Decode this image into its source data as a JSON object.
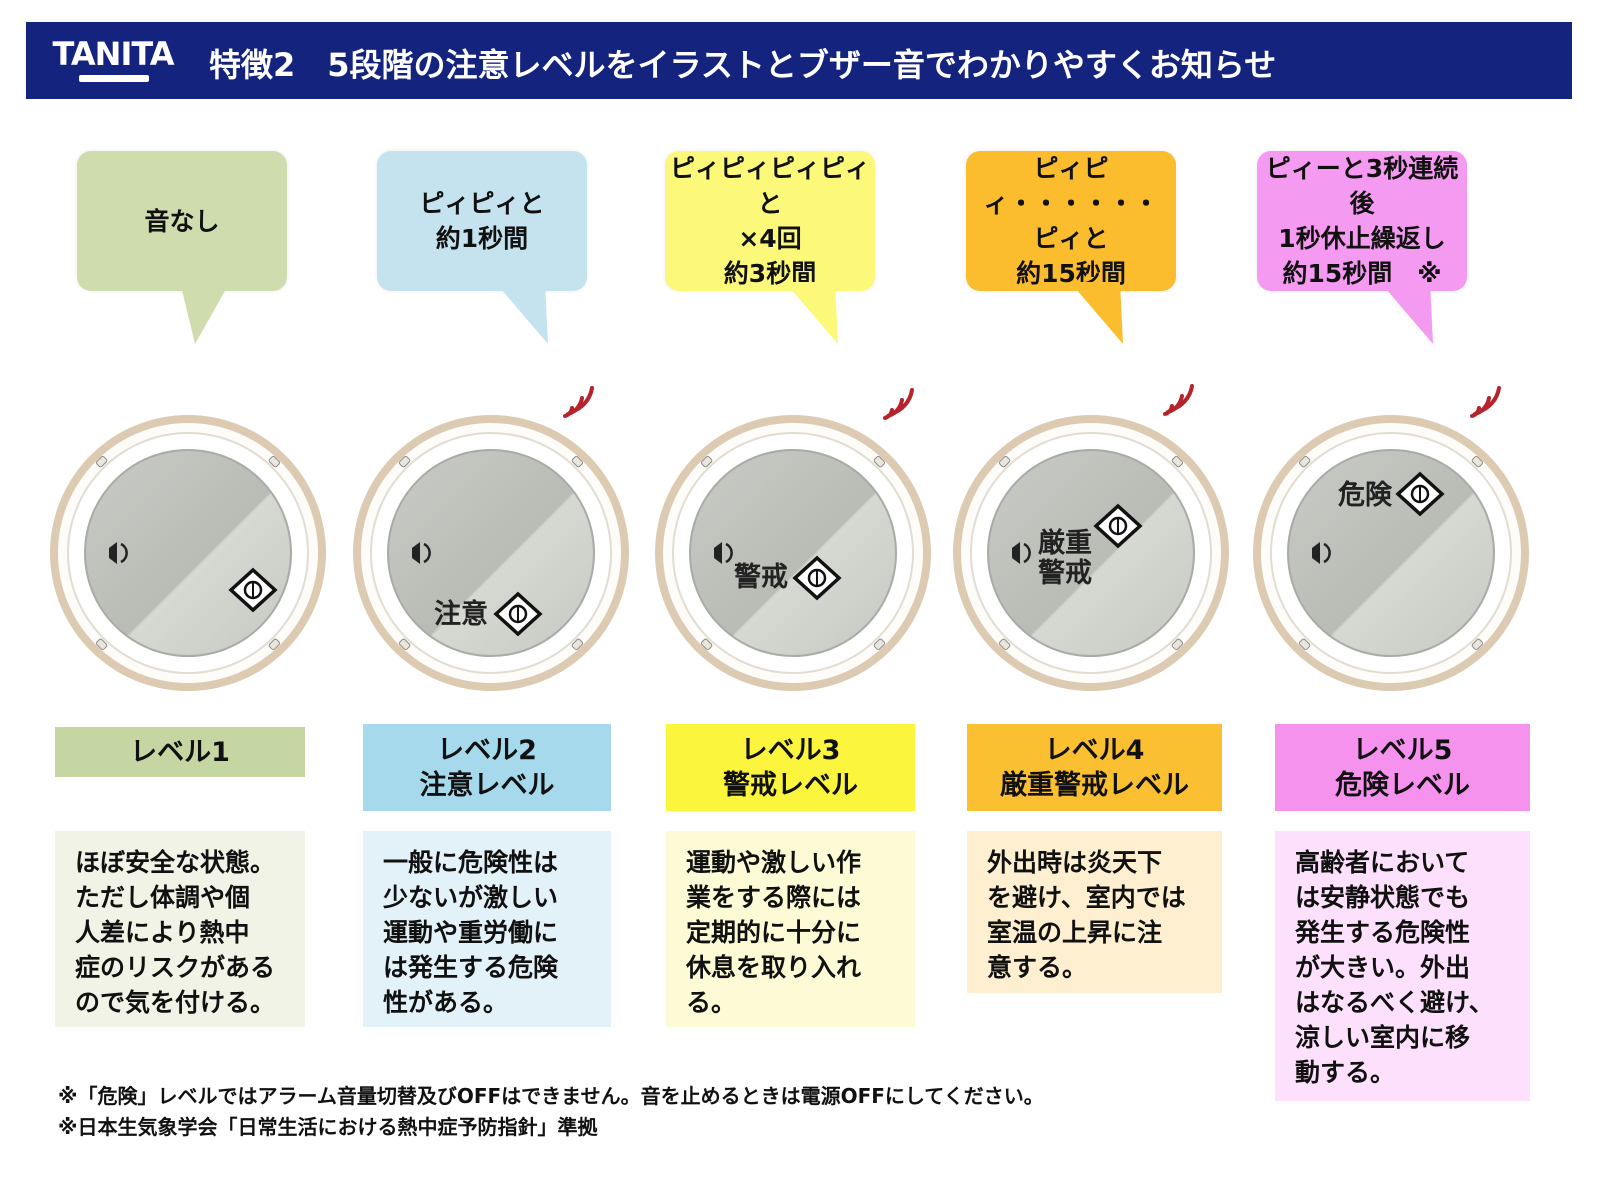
{
  "header": {
    "logo_text": "TANITA",
    "title": "特徴2　5段階の注意レベルをイラストとブザー音でわかりやすくお知らせ"
  },
  "levels": [
    {
      "bubble": "音なし",
      "device_label": "",
      "level_label": "レベル1",
      "description": "ほぼ安全な状態。\nただし体調や個\n人差により熱中\n症のリスクがある\nので気を付ける。",
      "bubble_color": "#cfdcae",
      "label_color": "#c5d6a3",
      "desc_color": "#f0f3e5"
    },
    {
      "bubble": "ピィピィと\n約1秒間",
      "device_label": "注意",
      "level_label": "レベル2\n注意レベル",
      "description": "一般に危険性は\n少ないが激しい\n運動や重労働に\nは発生する危険\n性がある。",
      "bubble_color": "#c5e3ef",
      "label_color": "#a6d9ec",
      "desc_color": "#e3f2f8"
    },
    {
      "bubble": "ピィピィピィピィと\n×4回\n約3秒間",
      "device_label": "警戒",
      "level_label": "レベル3\n警戒レベル",
      "description": "運動や激しい作\n業をする際には\n定期的に十分に\n休息を取り入れ\nる。",
      "bubble_color": "#fbf87a",
      "label_color": "#fbf53e",
      "desc_color": "#fdfbd6"
    },
    {
      "bubble": "ピィピィ・・・・・・\nピィと\n約15秒間",
      "device_label": "厳重\n警戒",
      "level_label": "レベル4\n厳重警戒レベル",
      "description": "外出時は炎天下\nを避け、室内では\n室温の上昇に注\n意する。",
      "bubble_color": "#fbbd2e",
      "label_color": "#fbbf32",
      "desc_color": "#fdefcf"
    },
    {
      "bubble": "ピィーと3秒連続後\n1秒休止繰返し\n約15秒間　※",
      "device_label": "危険",
      "level_label": "レベル5\n危険レベル",
      "description": "高齢者において\nは安静状態でも\n発生する危険性\nが大きい。外出\nはなるべく避け、\n涼しい室内に移\n動する。",
      "bubble_color": "#f49af1",
      "label_color": "#f592ee",
      "desc_color": "#fde0fb"
    }
  ],
  "notes": [
    "※「危険」レベルではアラーム音量切替及びOFFはできません。音を止めるときは電源OFFにしてください。",
    "※日本生気象学会「日常生活における熱中症予防指針」準拠"
  ]
}
